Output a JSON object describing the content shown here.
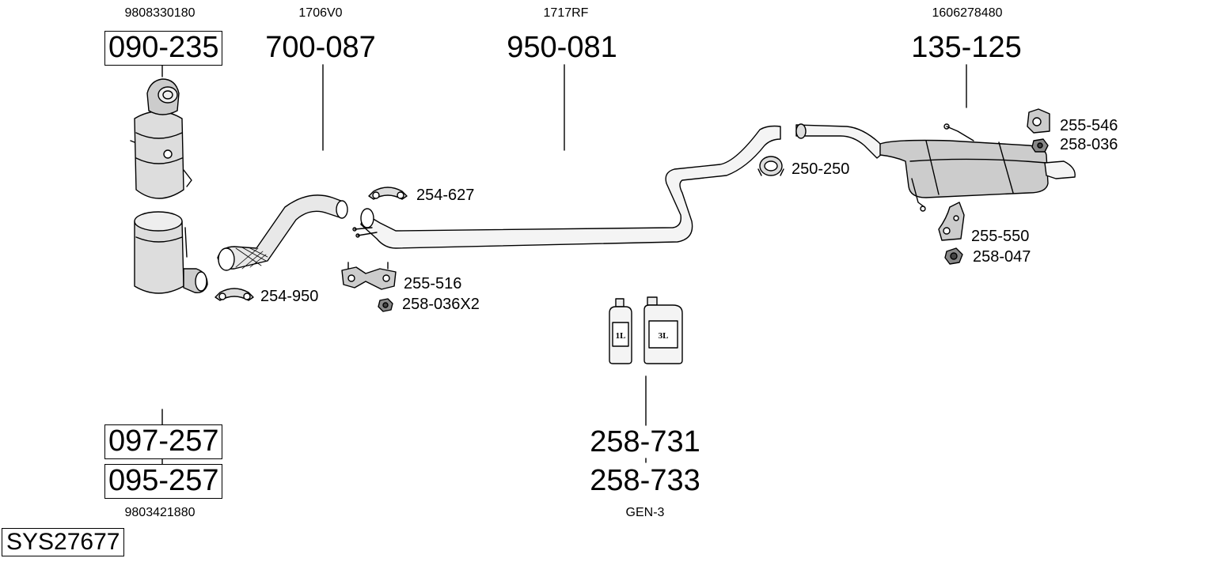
{
  "system_code": "SYS27677",
  "groups": {
    "cat": {
      "oem": "9808330180",
      "part": "090-235"
    },
    "front_pipe": {
      "oem": "1706V0",
      "part": "700-087"
    },
    "middle_pipe": {
      "oem": "1717RF",
      "part": "950-081"
    },
    "rear_silencer": {
      "oem": "1606278480",
      "part": "135-125"
    },
    "dpf": {
      "oem": "9803421880",
      "part_a": "097-257",
      "part_b": "095-257"
    },
    "fluid": {
      "part_a": "258-731",
      "part_b": "258-733",
      "note": "GEN-3"
    }
  },
  "fittings": {
    "clamp_254_627": "254-627",
    "clamp_254_950": "254-950",
    "bracket_255_516": "255-516",
    "nut_258_036x2": "258-036X2",
    "clamp_250_250": "250-250",
    "rubber_255_546": "255-546",
    "nut_258_036": "258-036",
    "rubber_255_550": "255-550",
    "nut_258_047": "258-047"
  },
  "containers": {
    "small": "1L",
    "large": "3L"
  }
}
